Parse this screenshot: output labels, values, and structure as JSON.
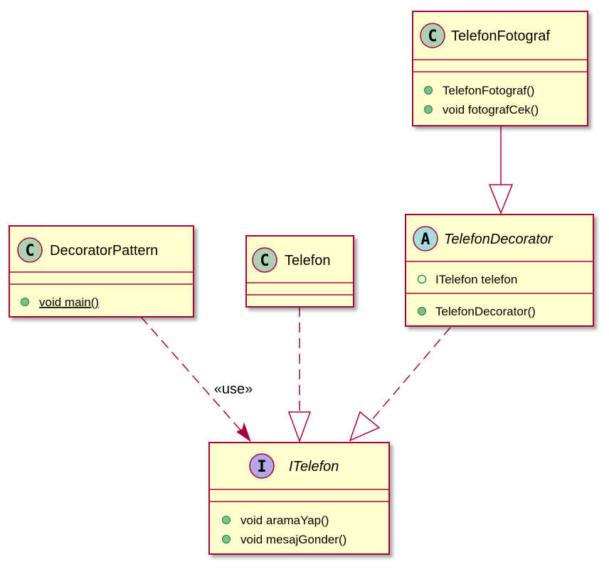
{
  "colors": {
    "box_fill": "#FEFECE",
    "border": "#A80036",
    "class_badge": "#ADD1B2",
    "abstract_badge": "#A9DCDF",
    "interface_badge": "#B4A7E5",
    "public_method": "#84BE84"
  },
  "classes": {
    "telefon_fotograf": {
      "badge": "C",
      "name": "TelefonFotograf",
      "methods": [
        "TelefonFotograf()",
        "void fotografCek()"
      ]
    },
    "decorator_pattern": {
      "badge": "C",
      "name": "DecoratorPattern",
      "methods": [
        "void main()"
      ]
    },
    "telefon": {
      "badge": "C",
      "name": "Telefon"
    },
    "telefon_decorator": {
      "badge": "A",
      "name": "TelefonDecorator",
      "fields": [
        "ITelefon telefon"
      ],
      "methods": [
        "TelefonDecorator()"
      ]
    },
    "itelefon": {
      "badge": "I",
      "name": "ITelefon",
      "methods": [
        "void aramaYap()",
        "void mesajGonder()"
      ]
    }
  },
  "relations": {
    "use_label": "«use»"
  }
}
